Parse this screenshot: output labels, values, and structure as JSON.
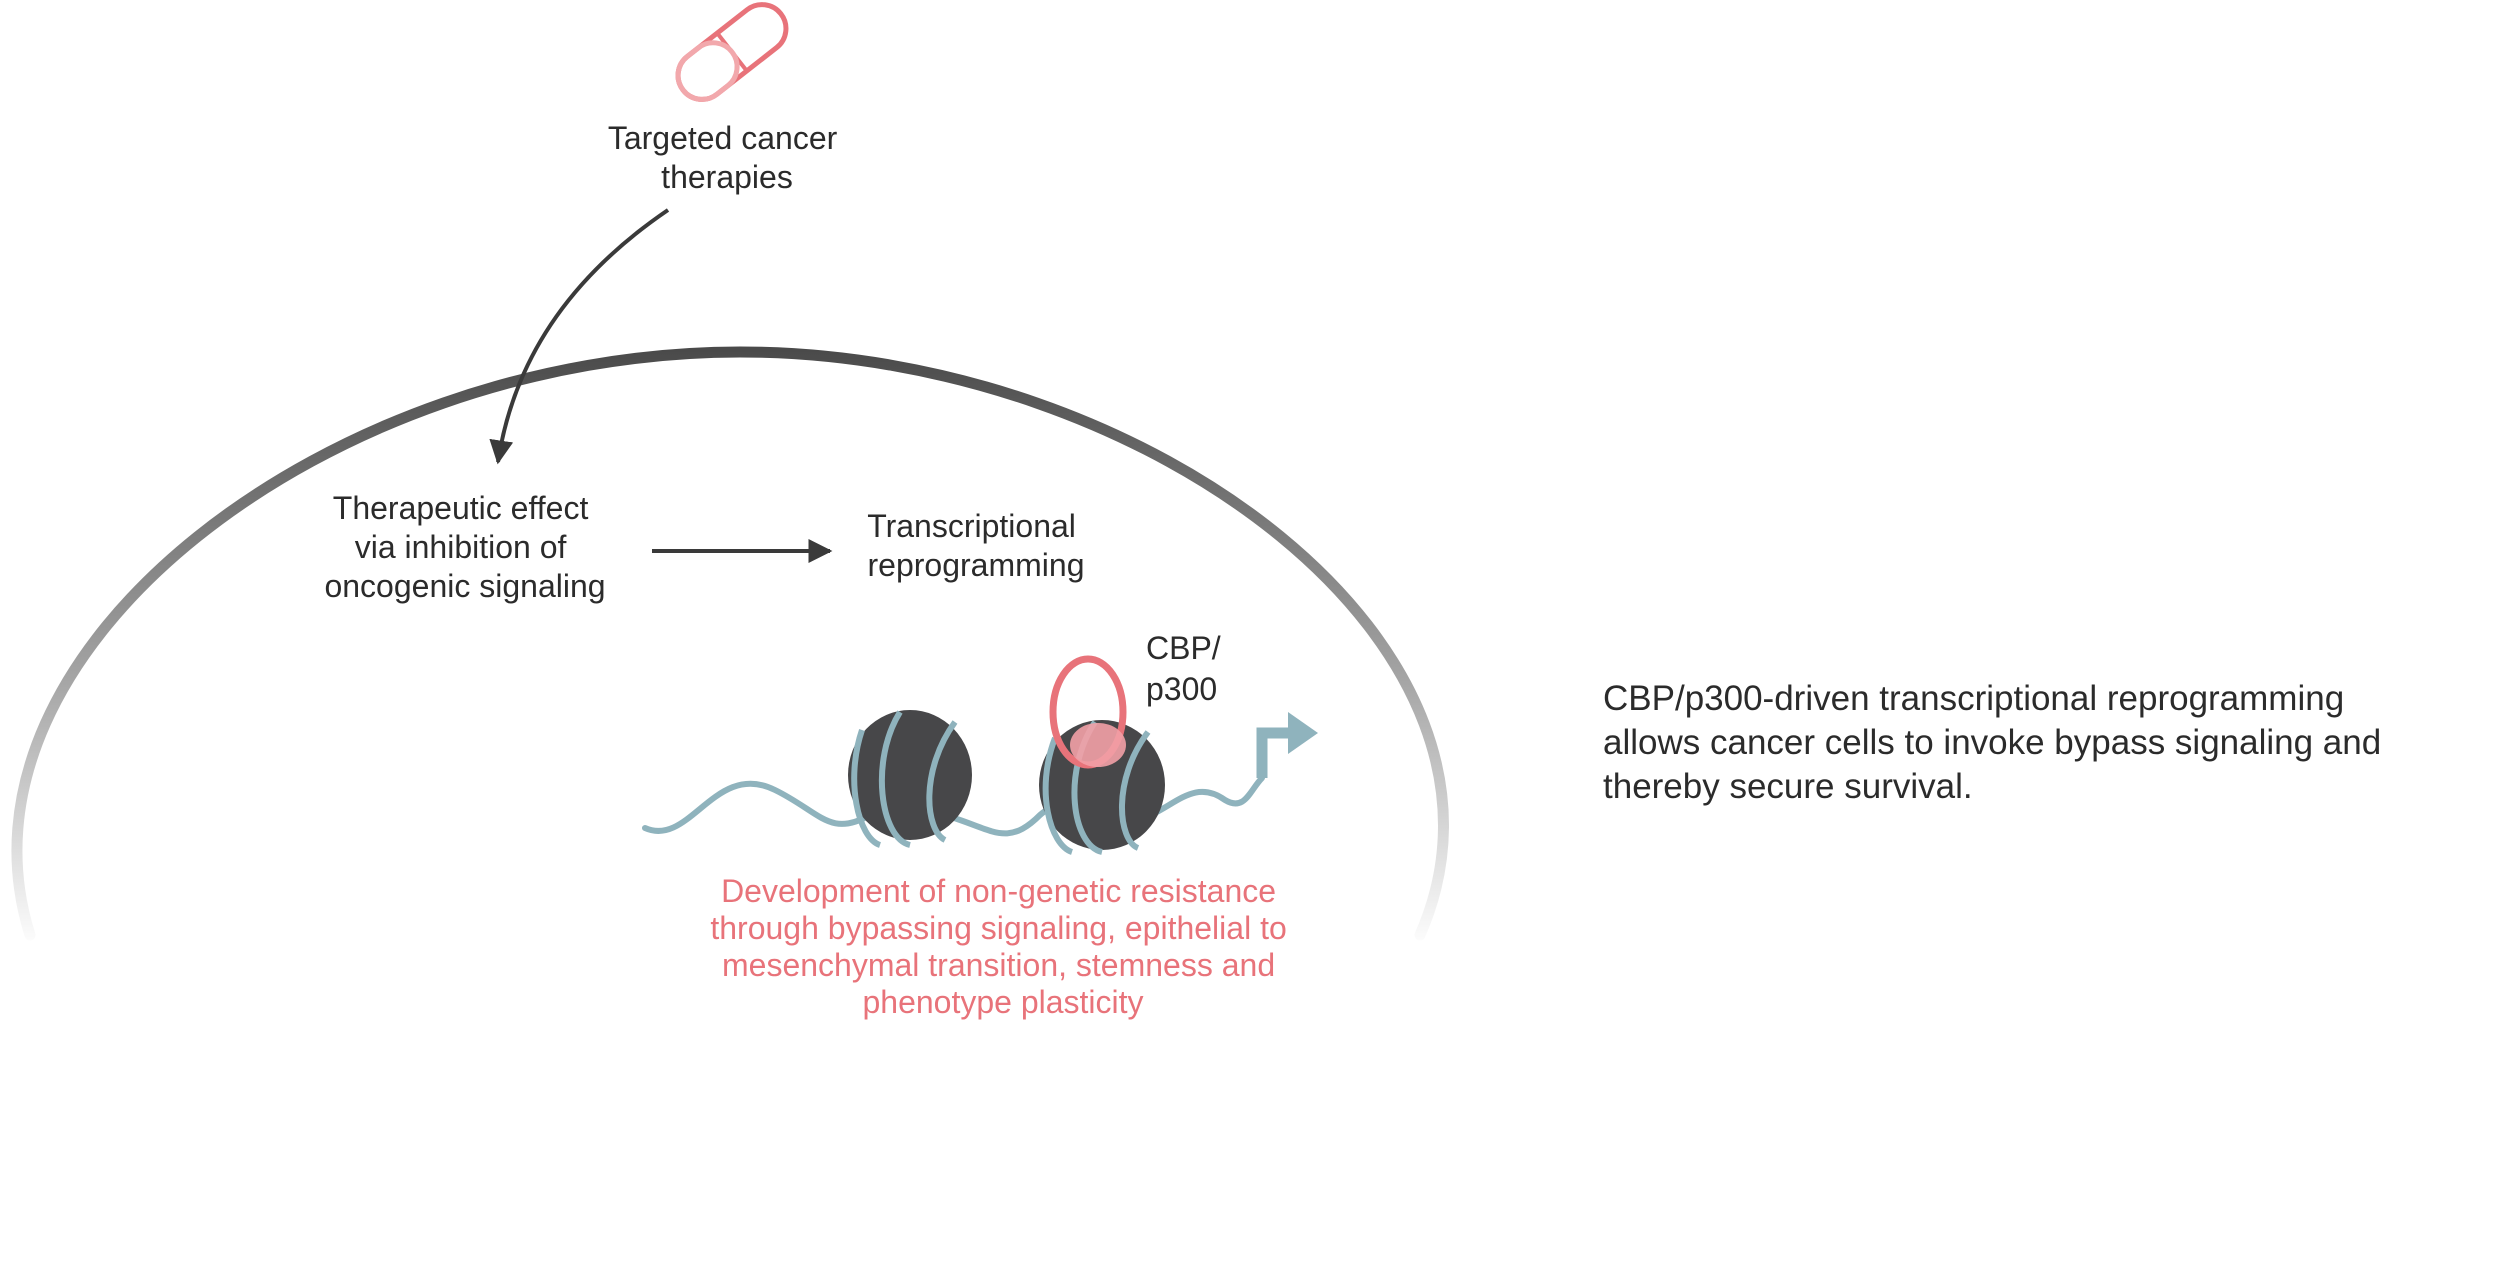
{
  "drug": {
    "label_lines": [
      "Targeted cancer",
      "therapies"
    ]
  },
  "effect": {
    "label_lines": [
      "Therapeutic effect",
      "via inhibition of",
      "oncogenic signaling"
    ]
  },
  "reprogramming": {
    "label_lines": [
      "Transcriptional",
      "reprogramming"
    ]
  },
  "cofactor": {
    "label_lines": [
      "CBP/",
      "p300"
    ]
  },
  "outcome": {
    "label_lines": [
      "Development of non-genetic resistance",
      "through bypassing signaling, epithelial to",
      "mesenchymal transition, stemness and",
      "phenotype plasticity"
    ]
  },
  "summary": {
    "lines": [
      "CBP/p300-driven transcriptional reprogramming",
      "allows cancer cells to invoke bypass signaling and",
      "thereby secure survival."
    ]
  },
  "colors": {
    "text": "#2b2b2b",
    "accent_pink": "#e8737a",
    "dna_blue": "#8fb3bd",
    "nucleosome": "#474749",
    "membrane": "#5a5a5a"
  },
  "icons": {
    "drug": "capsule-icon",
    "nucleosome": "nucleosome-icon",
    "cofactor": "cbp-p300-icon",
    "transcription_start": "transcription-arrow-icon"
  }
}
